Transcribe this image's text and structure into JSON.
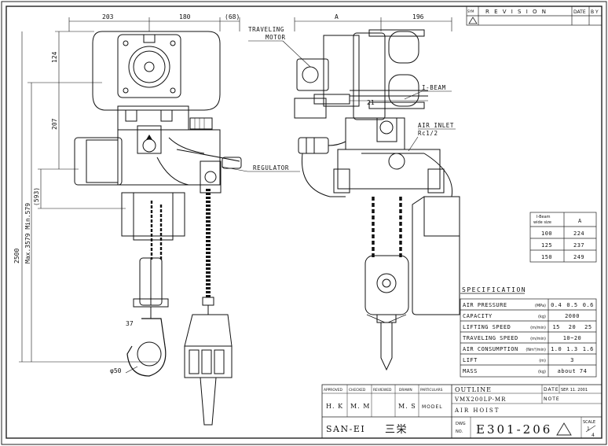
{
  "revision_block": {
    "symbol": "SYM",
    "title": "R E V I S I O N",
    "date": "DATE",
    "by": "B Y"
  },
  "top_dimensions": {
    "d203": "203",
    "d180": "180",
    "d68": "(68)",
    "dA": "A",
    "d196": "196"
  },
  "left_dimensions": {
    "d124": "124",
    "d207": "207",
    "d593": "(593)",
    "max_min": "Max.3579 Min.579",
    "d2500": "2500"
  },
  "part_dimensions": {
    "d37": "37",
    "d50": "φ50",
    "d21": "21"
  },
  "callouts": {
    "traveling_motor": [
      "TRAVELING",
      "MOTOR"
    ],
    "i_beam": "I-BEAM",
    "air_inlet": [
      "AIR INLET",
      "Rc1/2"
    ],
    "regulator": "REGULATOR"
  },
  "ibeam_table": {
    "header_left": [
      "I-Beam",
      "wide size"
    ],
    "header_right": "A",
    "rows": [
      [
        "100",
        "224"
      ],
      [
        "125",
        "237"
      ],
      [
        "150",
        "249"
      ]
    ]
  },
  "specification": {
    "title": "SPECIFICATION",
    "rows": [
      {
        "name": "AIR PRESSURE",
        "unit": "(MPa)",
        "values": [
          "0.4",
          "0.5",
          "0.6"
        ]
      },
      {
        "name": "CAPACITY",
        "unit": "(kg)",
        "values": [
          "2000"
        ]
      },
      {
        "name": "LIFTING SPEED",
        "unit": "(m/min)",
        "values": [
          "15",
          "20",
          "25"
        ]
      },
      {
        "name": "TRAVELING SPEED",
        "unit": "(m/min)",
        "values": [
          "10~20"
        ]
      },
      {
        "name": "AIR CONSUMPTION",
        "unit": "(Nm³/min)",
        "values": [
          "1.0",
          "1.3",
          "1.6"
        ]
      },
      {
        "name": "LIFT",
        "unit": "(m)",
        "values": [
          "3"
        ]
      },
      {
        "name": "MASS",
        "unit": "(kg)",
        "values": [
          "about 74"
        ]
      }
    ]
  },
  "title_block": {
    "approved": "APPROVED",
    "checked": "CHECKED",
    "reviewed": "REVIEWED",
    "drawn": "DRAWN",
    "approved_val": "H. K",
    "checked_val": "M. M",
    "reviewed_val": "",
    "drawn_val": "M. S",
    "particulars": "PARTICULARS",
    "model_label": "MODEL",
    "outline": "OUTLINE",
    "model": "VMX200LP-MR",
    "product": "AIR HOIST",
    "date_label": "DATE",
    "date": "SEP. 11. 2001",
    "note_label": "NOTE",
    "company": "SAN-EI",
    "company_jp": "三栄",
    "dwg_label_1": "DWG",
    "dwg_label_2": "NO.",
    "dwg_no": "E301-206",
    "scale_label": "SCALE",
    "scale_num": "1",
    "scale_den": "4"
  }
}
